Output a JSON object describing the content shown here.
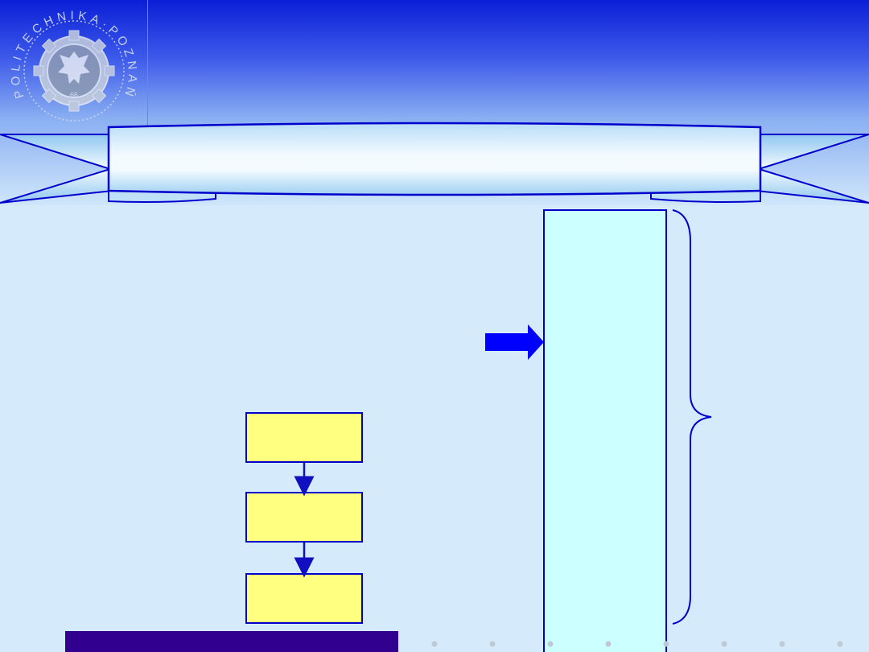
{
  "logo": {
    "seal_text": "POLITECHNIKA·POZNAŃSKA·",
    "year_text": "66"
  },
  "colors": {
    "header_top": "#0a1fd6",
    "banner_stroke": "#0000cc",
    "flow_box_fill": "#ffff80",
    "flow_box_stroke": "#0000cc",
    "tall_box_fill": "#ccffff",
    "arrow_fill": "#0000ff",
    "footer_bar": "#32008f",
    "dot": "#bfc9d6"
  },
  "flow_boxes": [
    "",
    "",
    ""
  ],
  "tall_box": {
    "label": ""
  },
  "footer_dots_count": 8
}
